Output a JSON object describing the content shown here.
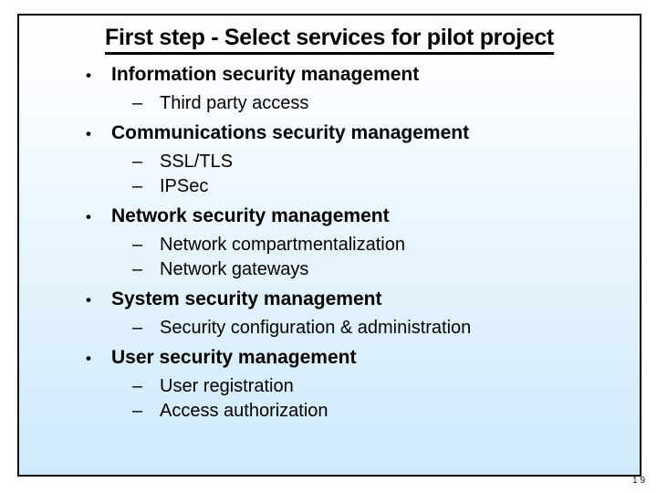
{
  "page_number": "19",
  "slide": {
    "title": "First step - Select services for pilot project",
    "bullet_char": "•",
    "dash_char": "–",
    "sections": [
      {
        "title": "Information security management",
        "items": [
          "Third party access"
        ]
      },
      {
        "title": "Communications security management",
        "items": [
          "SSL/TLS",
          "IPSec"
        ]
      },
      {
        "title": "Network security management",
        "items": [
          "Network compartmentalization",
          "Network gateways"
        ]
      },
      {
        "title": "System security management",
        "items": [
          "Security configuration & administration"
        ]
      },
      {
        "title": "User security management",
        "items": [
          "User registration",
          "Access authorization"
        ]
      }
    ]
  },
  "colors": {
    "frame_border": "#000000",
    "background_top": "#ffffff",
    "background_bottom": "#cde9fb",
    "text": "#000000"
  }
}
